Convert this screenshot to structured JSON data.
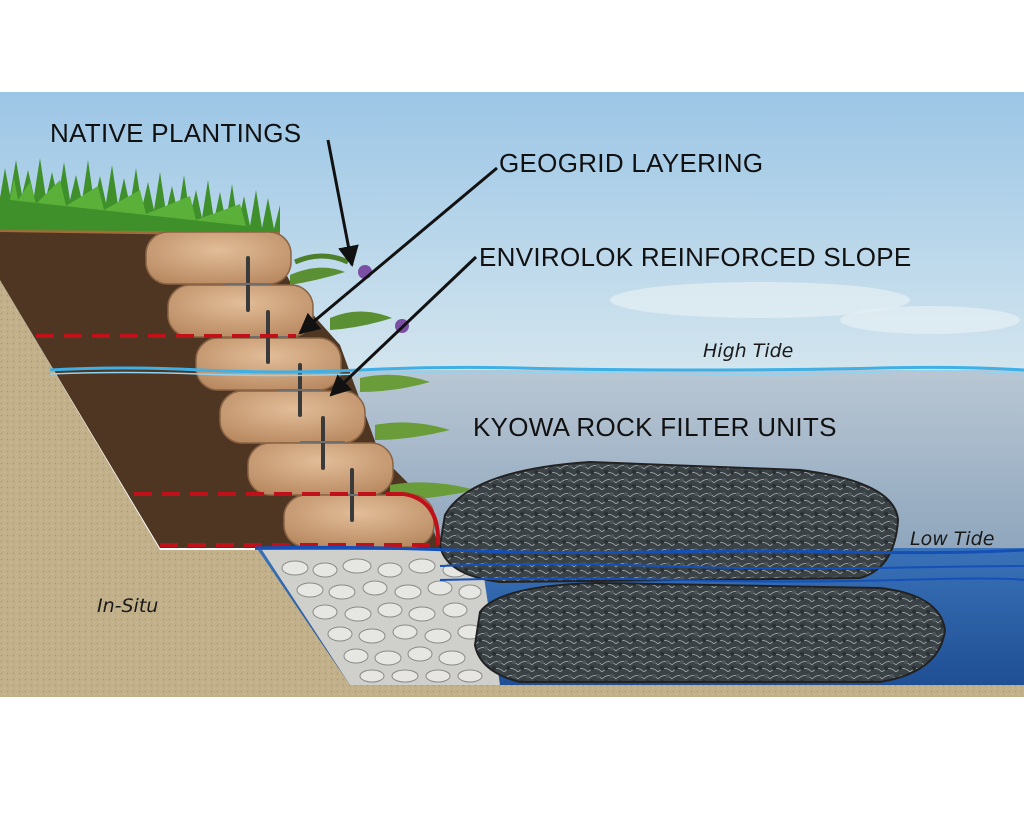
{
  "labels": {
    "native_plantings": "NATIVE PLANTINGS",
    "geogrid_layering": "GEOGRID LAYERING",
    "envirolok_slope": "ENVIROLOK REINFORCED SLOPE",
    "kyowa_units": "KYOWA ROCK FILTER UNITS",
    "high_tide": "High Tide",
    "low_tide": "Low Tide",
    "in_situ": "In-Situ"
  },
  "colors": {
    "sky_top": "#9cc6e6",
    "sky_bottom": "#cfe3ef",
    "soil": "#4e3623",
    "in_situ": "#c1b08a",
    "bag": "#cfa27a",
    "geogrid": "#c0111b",
    "high_tide_line": "#3fb0e6",
    "low_tide_line": "#1450b8",
    "water": "#2f63a8",
    "rock": "#3e464a",
    "grass": "#3f8f2a",
    "gravel": "#d8d8d6"
  }
}
